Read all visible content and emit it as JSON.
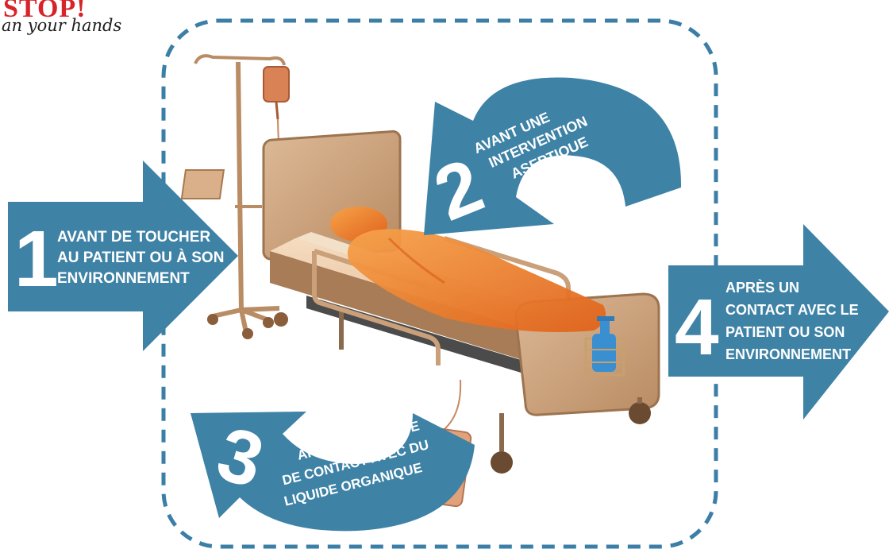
{
  "logo": {
    "word": "STOP!",
    "tagline": "an your hands"
  },
  "moments": [
    {
      "number": "1",
      "lines": [
        "AVANT DE TOUCHER",
        "AU PATIENT OU À SON",
        "ENVIRONNEMENT"
      ]
    },
    {
      "number": "2",
      "lines": [
        "AVANT UNE",
        "INTERVENTION",
        "ASEPTIQUE"
      ]
    },
    {
      "number": "3",
      "lines": [
        "APRÈS UN RISQUE",
        "DE CONTACT AVEC DU",
        "LIQUIDE ORGANIQUE"
      ]
    },
    {
      "number": "4",
      "lines": [
        "APRÈS UN",
        "CONTACT AVEC LE",
        "PATIENT OU SON",
        "ENVIRONNEMENT"
      ]
    }
  ],
  "colors": {
    "arrow": "#3e82a6",
    "dashed_border": "#3b7ea6",
    "logo_red": "#d8232a",
    "bed_frame": "#c9a27a",
    "patient": "#f08a2c",
    "sanitizer": "#3a8fd0"
  }
}
